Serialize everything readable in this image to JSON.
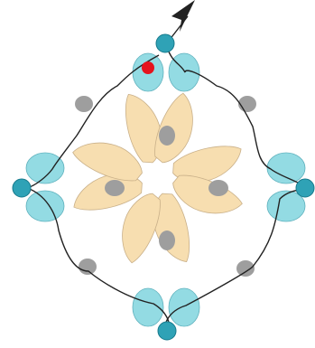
{
  "diagram": {
    "kind": "beading-pattern",
    "components": {
      "petal_beads": 8,
      "round_beads": 8,
      "accent_beads": 4,
      "grey_spacer_beads": 8
    },
    "colors": {
      "petal_fill": "#f7deb0",
      "petal_stroke": "#c9b089",
      "round_fill": "#93dbe3",
      "round_stroke": "#5fb1bd",
      "accent_fill": "#2fa2b6",
      "accent_stroke": "#177a8c",
      "grey_fill": "#9e9e9e",
      "thread": "#222222",
      "start_dot": "#e5131d",
      "arrow": "#222222"
    },
    "markers": {
      "start_dot": "thread-start",
      "arrow": "thread-direction"
    },
    "icons": [
      "arrowhead-icon"
    ]
  }
}
